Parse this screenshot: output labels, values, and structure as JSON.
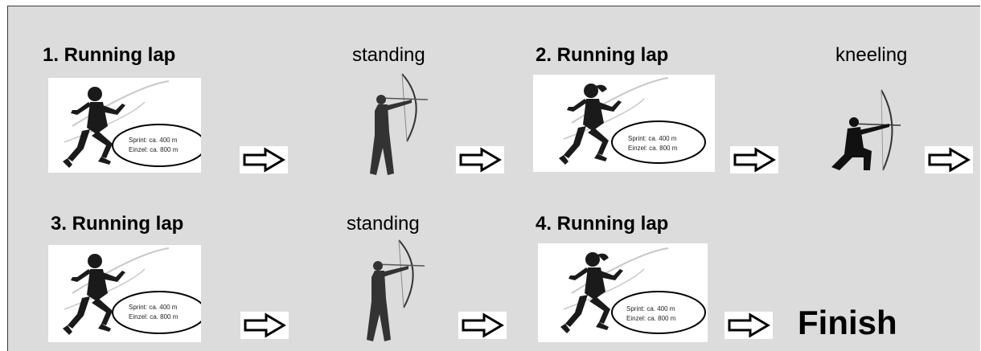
{
  "row1": {
    "lap1_title": "1. Running lap",
    "pos1_title": "standing",
    "lap2_title": "2. Running lap",
    "pos2_title": "kneeling"
  },
  "row2": {
    "lap3_title": "3. Running lap",
    "pos3_title": "standing",
    "lap4_title": "4. Running lap",
    "finish_label": "Finish"
  },
  "track_labels": {
    "sprint": "Sprint: ca. 400 m",
    "einzel": "Einzel: ca. 800 m"
  },
  "icons": {
    "runner_male": "running-man-icon",
    "runner_female": "running-woman-icon",
    "archer_standing": "standing-archer-icon",
    "archer_kneeling": "kneeling-archer-icon",
    "arrow": "right-arrow-icon"
  }
}
